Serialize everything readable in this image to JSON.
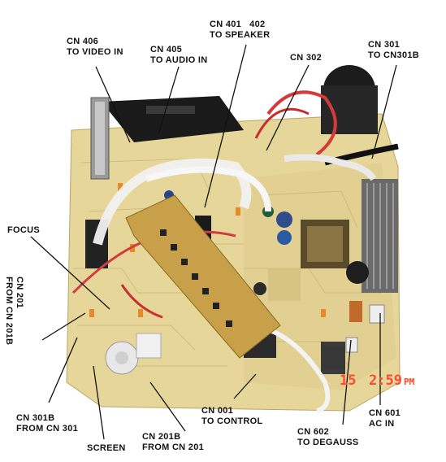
{
  "labels": {
    "cn406": [
      "CN 406",
      "TO VIDEO IN"
    ],
    "cn405": [
      "CN 405",
      "TO AUDIO IN"
    ],
    "cn401": [
      "CN 401   402",
      "TO SPEAKER"
    ],
    "cn302": "CN 302",
    "cn301": [
      "CN 301",
      "TO CN301B"
    ],
    "focus": "FOCUS",
    "cn201": [
      "CN 201",
      "FROM CN 201B"
    ],
    "cn301b": [
      "CN 301B",
      "FROM CN 301"
    ],
    "screen": "SCREEN",
    "cn201b": [
      "CN 201B",
      "FROM CN 201"
    ],
    "cn001": [
      "CN 001",
      "TO CONTROL"
    ],
    "cn602": [
      "CN 602",
      "TO DEGAUSS"
    ],
    "cn601": [
      "CN 601",
      "AC IN"
    ]
  },
  "date_stamp": {
    "day": "15",
    "time": "2:59",
    "ampm": "PM"
  }
}
